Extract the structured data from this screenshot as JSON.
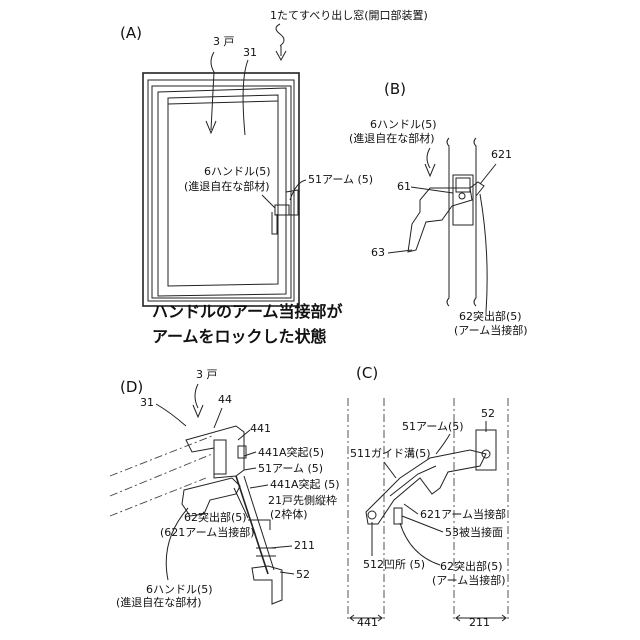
{
  "panel_a": {
    "label": "(A)",
    "title": "1たてすべり出し窓(開口部装置)",
    "door": "3 戸",
    "num31": "31",
    "handle": "6ハンドル(5)",
    "handle_sub": "(進退自在な部材)",
    "arm": "51アーム (5)",
    "caption_1": "ハンドルのアーム当接部が",
    "caption_2": "アームをロックした状態"
  },
  "panel_b": {
    "label": "(B)",
    "handle": "6ハンドル(5)",
    "handle_sub": "(進退自在な部材)",
    "num621": "621",
    "num61": "61",
    "num63": "63",
    "protrusion": "62突出部(5)",
    "protrusion_sub": "(アーム当接部)"
  },
  "panel_c": {
    "label": "(C)",
    "arm": "51アーム(5)",
    "num52": "52",
    "guide": "511ガイド溝(5)",
    "arm_contact": "621アーム当接部",
    "contacted": "53被当接面",
    "recess": "512凹所 (5)",
    "protrusion": "62突出部(5)",
    "protrusion_sub": "(アーム当接部)",
    "num441": "441",
    "num211": "211"
  },
  "panel_d": {
    "label": "(D)",
    "door": "3 戸",
    "num31": "31",
    "num44": "44",
    "num441": "441",
    "bump1": "441A突起(5)",
    "arm": "51アーム (5)",
    "bump2": "441A突起 (5)",
    "frame": "21戸先側縦枠",
    "frame_sub": "(2枠体)",
    "protrusion": "62突出部(5)",
    "protrusion_sub": "(621アーム当接部)",
    "num211": "211",
    "num52": "52",
    "handle": "6ハンドル(5)",
    "handle_sub": "(進退自在な部材)"
  }
}
